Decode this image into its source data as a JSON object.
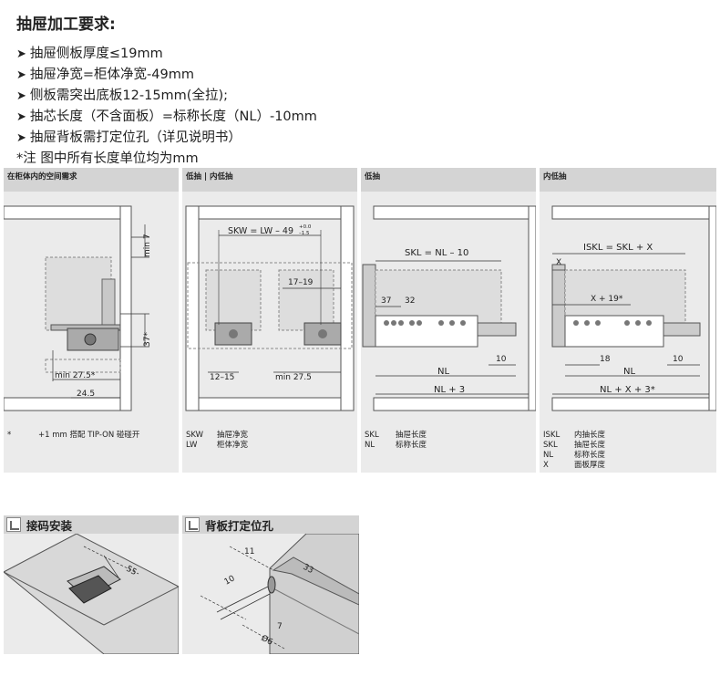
{
  "requirements": {
    "title": "抽屉加工要求:",
    "items": [
      "抽屉侧板厚度≤19mm",
      "抽屉净宽=柜体净宽-49mm",
      "侧板需突出底板12-15mm(全拉);",
      "抽芯长度（不含面板）=标称长度（NL）-10mm",
      "抽屉背板需打定位孔（详见说明书）"
    ],
    "note": "*注  图中所有长度单位均为mm"
  },
  "panels": [
    {
      "title": "在柜体内的空间需求",
      "labels": {
        "min7": "min 7",
        "d37": "37*",
        "min275": "min 27.5*",
        "d245": "24.5"
      },
      "legend": [
        {
          "key": "*",
          "value": "+1 mm 搭配 TIP-ON 碰碰开"
        }
      ]
    },
    {
      "title": "低抽 | 内低抽",
      "labels": {
        "skw": "SKW = LW – 49",
        "tol_plus": "+0.0",
        "tol_minus": "–1.5",
        "d1719": "17–19",
        "d1215": "12–15",
        "min275": "min 27.5"
      },
      "legend": [
        {
          "key": "SKW",
          "value": "抽屉净宽"
        },
        {
          "key": "LW",
          "value": "柜体净宽"
        }
      ]
    },
    {
      "title": "低抽",
      "labels": {
        "skl": "SKL = NL – 10",
        "d37": "37",
        "d32": "32",
        "d10": "10",
        "nl": "NL",
        "nl3": "NL + 3"
      },
      "legend": [
        {
          "key": "SKL",
          "value": "抽屉长度"
        },
        {
          "key": "NL",
          "value": "标称长度"
        }
      ]
    },
    {
      "title": "内低抽",
      "labels": {
        "iskl": "ISKL = SKL + X",
        "x": "X",
        "x19": "X + 19*",
        "d18": "18",
        "d10": "10",
        "nl": "NL",
        "nlx3": "NL + X + 3*"
      },
      "legend": [
        {
          "key": "ISKL",
          "value": "内抽长度"
        },
        {
          "key": "SKL",
          "value": "抽屉长度"
        },
        {
          "key": "NL",
          "value": "标称长度"
        },
        {
          "key": "X",
          "value": "面板厚度"
        }
      ]
    }
  ],
  "bottom": [
    {
      "title": "接码安装",
      "labels": {
        "d55": "55"
      }
    },
    {
      "title": "背板打定位孔",
      "labels": {
        "d11": "11",
        "d10": "10",
        "d33": "33",
        "d7": "7",
        "d6": "Ø6"
      }
    }
  ]
}
